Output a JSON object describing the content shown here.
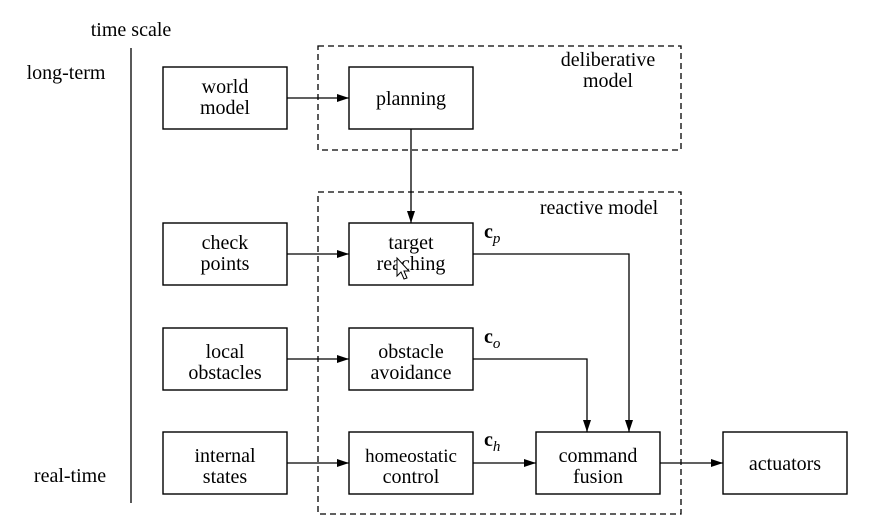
{
  "axis": {
    "title": "time scale",
    "top_label": "long-term",
    "bottom_label": "real-time"
  },
  "groups": {
    "deliberative": [
      "deliberative",
      "model"
    ],
    "reactive": "reactive model"
  },
  "boxes": {
    "world_model": [
      "world",
      "model"
    ],
    "planning": [
      "planning"
    ],
    "check_points": [
      "check",
      "points"
    ],
    "target_reaching": [
      "target",
      "reaching"
    ],
    "local_obstacles": [
      "local",
      "obstacles"
    ],
    "obstacle_avoidance": [
      "obstacle",
      "avoidance"
    ],
    "internal_states": [
      "internal",
      "states"
    ],
    "homeostatic_control": [
      "homeostatic",
      "control"
    ],
    "command_fusion": [
      "command",
      "fusion"
    ],
    "actuators": [
      "actuators"
    ]
  },
  "signals": {
    "cp": {
      "base": "c",
      "sub": "p"
    },
    "co": {
      "base": "c",
      "sub": "o"
    },
    "ch": {
      "base": "c",
      "sub": "h"
    }
  }
}
